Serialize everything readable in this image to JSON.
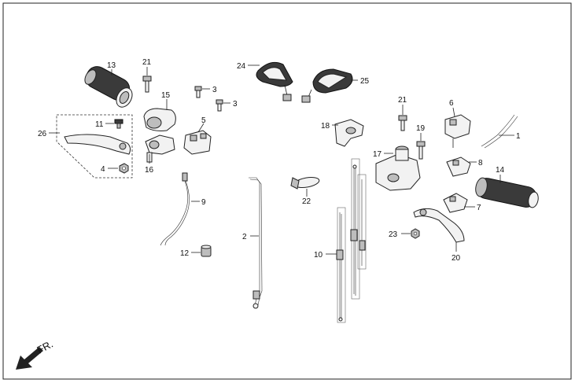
{
  "callouts": {
    "p1": "1",
    "p2": "2",
    "p3a": "3",
    "p3b": "3",
    "p4": "4",
    "p5": "5",
    "p6": "6",
    "p7": "7",
    "p8": "8",
    "p9": "9",
    "p10": "10",
    "p11": "11",
    "p12": "12",
    "p13": "13",
    "p14": "14",
    "p15": "15",
    "p16": "16",
    "p17": "17",
    "p18": "18",
    "p19": "19",
    "p20": "20",
    "p21a": "21",
    "p21b": "21",
    "p22": "22",
    "p23": "23",
    "p24": "24",
    "p25": "25",
    "p26": "26"
  },
  "direction_label": "FR.",
  "icons": {
    "front_arrow": "arrow-down-left-icon"
  },
  "colors": {
    "frame": "#222222",
    "background": "#ffffff"
  }
}
